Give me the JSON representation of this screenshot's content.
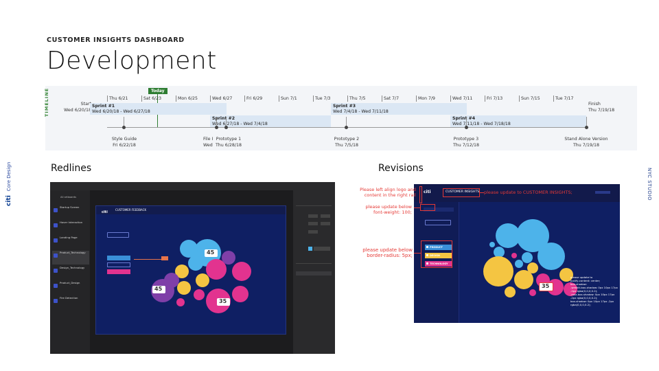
{
  "header": {
    "eyebrow": "CUSTOMER INSIGHTS DASHBOARD",
    "title": "Development"
  },
  "timeline": {
    "side_label": "TIMELINE",
    "today_label": "Today",
    "start": {
      "label": "Start",
      "date": "Wed 6/20/18"
    },
    "finish": {
      "label": "Finish",
      "date": "Thu 7/19/18"
    },
    "ticks": [
      "Thu 6/21",
      "Sat 6/23",
      "Mon 6/25",
      "Wed 6/27",
      "Fri 6/29",
      "Sun 7/1",
      "Tue 7/3",
      "Thu 7/5",
      "Sat 7/7",
      "Mon 7/9",
      "Wed 7/11",
      "Fri 7/13",
      "Sun 7/15",
      "Tue 7/17"
    ],
    "sprints": [
      {
        "name": "Sprint #1",
        "range": "Wed 6/20/18 - Wed 6/27/18"
      },
      {
        "name": "Sprint #2",
        "range": "Wed 6/27/18 - Wed 7/4/18"
      },
      {
        "name": "Sprint #3",
        "range": "Wed 7/4/18 - Wed 7/11/18"
      },
      {
        "name": "Sprint #4",
        "range": "Wed 7/11/18 - Wed 7/18/18"
      }
    ],
    "milestones": [
      {
        "name": "Style Guide",
        "date": "Fri 6/22/18"
      },
      {
        "name": "File I",
        "date": "Wed"
      },
      {
        "name": "Prototype 1",
        "date": "Thu 6/28/18"
      },
      {
        "name": "Prototype 2",
        "date": "Thu 7/5/18"
      },
      {
        "name": "Prototype 3",
        "date": "Thu 7/12/18"
      },
      {
        "name": "Stand Alone Version",
        "date": "Thu 7/19/18"
      }
    ]
  },
  "sections": {
    "redlines": "Redlines",
    "revisions": "Revisions"
  },
  "side": {
    "brand_logo": "citi",
    "brand_text": "Core Design",
    "studio": "NYC STUDIO"
  },
  "redlines_shot": {
    "artboards_label": "All artboards",
    "items": [
      "Startup Screen",
      "Hover Interaction",
      "Landing Page",
      "Product_Technology",
      "Design_Technology",
      "Product_Design",
      "Fire Detection"
    ],
    "header_logo": "citi",
    "header_title": "CUSTOMER FEEDBACK",
    "bubbles": [
      {
        "value": "45"
      },
      {
        "value": "35"
      },
      {
        "value": "45"
      }
    ]
  },
  "revisions_shot": {
    "logo": "citi",
    "header_tab": "CUSTOMER INSIGHTS",
    "pills": [
      "PRODUCT",
      "DESIGN",
      "TECHNOLOGY"
    ],
    "bubble_value": "35",
    "notes": {
      "logo": "Please left align logo and content in the right rail",
      "title": "please update to CUSTOMER INSIGHTS;",
      "font": "please update below font-weight: 100;",
      "radius": "please update below border-radius: 5px;",
      "css": "please update to\njustify-content: center;\nbox-shadow:\n-webkit-box-shadow: 0px 10px 17px -2px rgba(0,0,0,0.2);\n-moz-box-shadow: 0px 10px 17px -2px rgba(0,0,0,0.2);\nbox-shadow: 0px 10px 17px -2px rgba(0,0,0,0.2);"
    }
  },
  "colors": {
    "navy": "#0f1f63",
    "blue_bubble": "#4db3ea",
    "yellow_bubble": "#f4c542",
    "pink_bubble": "#e2338f",
    "purple_bubble": "#7f3fa8",
    "accent_red": "#e53935",
    "today_green": "#2e7d32"
  }
}
